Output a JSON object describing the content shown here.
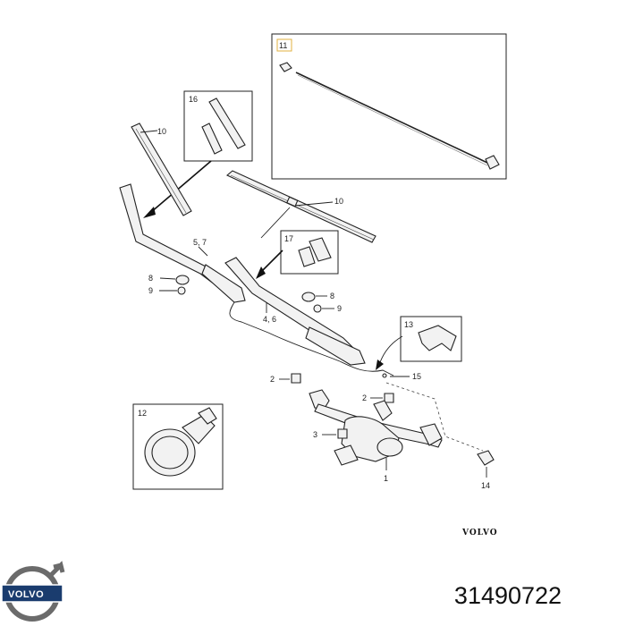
{
  "callouts": {
    "c1": "1",
    "c2a": "2",
    "c2b": "2",
    "c3": "3",
    "c46": "4, 6",
    "c57": "5, 7",
    "c8a": "8",
    "c8b": "8",
    "c9a": "9",
    "c9b": "9",
    "c10a": "10",
    "c10b": "10",
    "c11": "11",
    "c12": "12",
    "c13": "13",
    "c14": "14",
    "c15": "15",
    "c16": "16",
    "c17": "17"
  },
  "brand_text": "VOLVO",
  "logo": {
    "text": "VOLVO",
    "color": "#1a3c6e"
  },
  "part_number": "31490722"
}
